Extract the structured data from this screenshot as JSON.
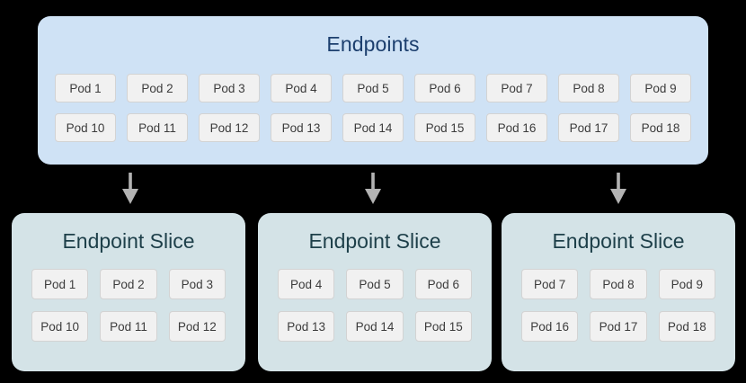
{
  "diagram": {
    "background_color": "#000000",
    "endpoints": {
      "title": "Endpoints",
      "box_color": "#cfe2f5",
      "title_color": "#1c3f6e",
      "rows": [
        [
          "Pod 1",
          "Pod 2",
          "Pod 3",
          "Pod 4",
          "Pod 5",
          "Pod 6",
          "Pod 7",
          "Pod 8",
          "Pod 9"
        ],
        [
          "Pod 10",
          "Pod 11",
          "Pod 12",
          "Pod 13",
          "Pod 14",
          "Pod 15",
          "Pod 16",
          "Pod 17",
          "Pod 18"
        ]
      ]
    },
    "arrows": [
      {
        "name": "arrow-to-slice-1",
        "direction": "down",
        "color": "#b3b3b3"
      },
      {
        "name": "arrow-to-slice-2",
        "direction": "down",
        "color": "#b3b3b3"
      },
      {
        "name": "arrow-to-slice-3",
        "direction": "down",
        "color": "#b3b3b3"
      }
    ],
    "slices": [
      {
        "title": "Endpoint Slice",
        "box_color": "#d4e3e7",
        "title_color": "#1d3f49",
        "rows": [
          [
            "Pod 1",
            "Pod 2",
            "Pod 3"
          ],
          [
            "Pod 10",
            "Pod 11",
            "Pod 12"
          ]
        ]
      },
      {
        "title": "Endpoint Slice",
        "box_color": "#d4e3e7",
        "title_color": "#1d3f49",
        "rows": [
          [
            "Pod 4",
            "Pod 5",
            "Pod 6"
          ],
          [
            "Pod 13",
            "Pod 14",
            "Pod 15"
          ]
        ]
      },
      {
        "title": "Endpoint Slice",
        "box_color": "#d4e3e7",
        "title_color": "#1d3f49",
        "rows": [
          [
            "Pod 7",
            "Pod 8",
            "Pod 9"
          ],
          [
            "Pod 16",
            "Pod 17",
            "Pod 18"
          ]
        ]
      }
    ],
    "pod_chip_style": {
      "fill": "#f1f1f1",
      "border": "#d3d3d3",
      "text_color": "#3c3c3c"
    }
  }
}
